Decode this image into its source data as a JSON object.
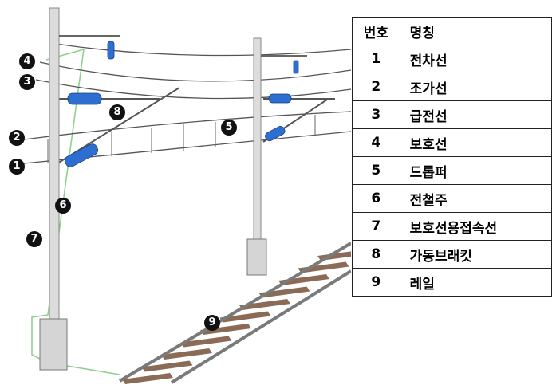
{
  "legend": {
    "header_number": "번호",
    "header_name": "명칭",
    "rows": [
      {
        "num": "1",
        "name": "전차선"
      },
      {
        "num": "2",
        "name": "조가선"
      },
      {
        "num": "3",
        "name": "급전선"
      },
      {
        "num": "4",
        "name": "보호선"
      },
      {
        "num": "5",
        "name": "드롭퍼"
      },
      {
        "num": "6",
        "name": "전철주"
      },
      {
        "num": "7",
        "name": "보호선용접속선"
      },
      {
        "num": "8",
        "name": "가동브래킷"
      },
      {
        "num": "9",
        "name": "레일"
      }
    ]
  },
  "markers": [
    "1",
    "2",
    "3",
    "4",
    "5",
    "6",
    "7",
    "8",
    "9"
  ],
  "colors": {
    "insulator": "#2d6fd0",
    "pole": "#dcdcdc",
    "wire": "#555555",
    "ground_wire": "#8fd18f",
    "rail": "#7a7a7a",
    "sleeper": "#8b6b55"
  }
}
